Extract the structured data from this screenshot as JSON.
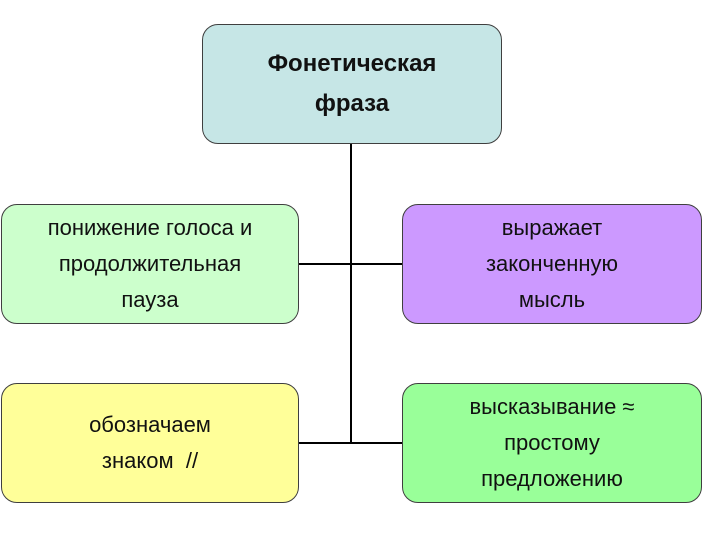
{
  "colors": {
    "root_fill": "#c6e6e6",
    "green_fill": "#ccffcc",
    "purple_fill": "#cc99ff",
    "yellow_fill": "#ffff99",
    "green_bright_fill": "#99ff99",
    "border": "#3f3f3f",
    "line": "#000000"
  },
  "root": {
    "lines": [
      "Фонетическая",
      "фраза"
    ]
  },
  "left_top": {
    "lines": [
      "понижение голоса и",
      "продолжительная",
      "пауза"
    ]
  },
  "right_top": {
    "lines": [
      "выражает",
      "законченную",
      "мысль"
    ]
  },
  "left_bottom": {
    "lines": [
      "обозначаем",
      "знаком  //"
    ]
  },
  "right_bottom": {
    "lines": [
      "высказывание ≈",
      "простому",
      "предложению"
    ]
  }
}
